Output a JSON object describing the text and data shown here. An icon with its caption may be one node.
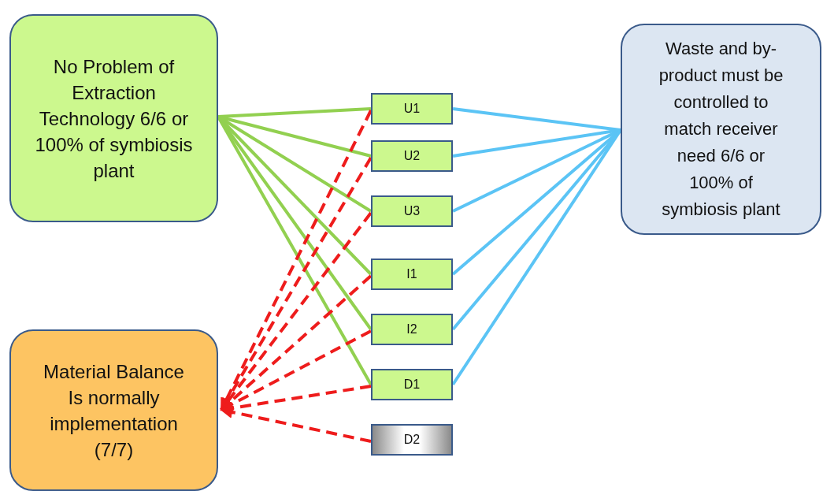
{
  "diagram": {
    "nodes": [
      {
        "text": [
          "No Problem of Extraction Technology 6/6 or 100% of symbiosis plant"
        ]
      },
      {
        "text": [
          "Waste and by- product must be  controlled to match receiver need 6/6 or 100% of symbiosis plant"
        ]
      },
      {
        "text": [
          "Material Balance Is normally implementation (7/7)"
        ]
      },
      {
        "text": [
          "U1"
        ]
      },
      {
        "text": [
          "U2"
        ]
      },
      {
        "text": [
          "U3"
        ]
      },
      {
        "text": [
          "I1"
        ]
      },
      {
        "text": [
          "I2"
        ]
      },
      {
        "text": [
          "D1"
        ]
      },
      {
        "text": [
          "D2"
        ]
      }
    ],
    "edges": [
      {
        "from": 0,
        "to": 3,
        "arrow": "none",
        "color": "#92d050"
      },
      {
        "from": 0,
        "to": 4,
        "arrow": "none",
        "color": "#92d050"
      },
      {
        "from": 0,
        "to": 5,
        "arrow": "none",
        "color": "#92d050"
      },
      {
        "from": 0,
        "to": 6,
        "arrow": "none",
        "color": "#92d050"
      },
      {
        "from": 0,
        "to": 7,
        "arrow": "none",
        "color": "#92d050"
      },
      {
        "from": 0,
        "to": 8,
        "arrow": "none",
        "color": "#92d050"
      },
      {
        "from": 3,
        "to": 1,
        "arrow": "none",
        "color": "#5bc4f5"
      },
      {
        "from": 4,
        "to": 1,
        "arrow": "none",
        "color": "#5bc4f5"
      },
      {
        "from": 5,
        "to": 1,
        "arrow": "none",
        "color": "#5bc4f5"
      },
      {
        "from": 6,
        "to": 1,
        "arrow": "none",
        "color": "#5bc4f5"
      },
      {
        "from": 7,
        "to": 1,
        "arrow": "none",
        "color": "#5bc4f5"
      },
      {
        "from": 8,
        "to": 1,
        "arrow": "none",
        "color": "#5bc4f5"
      },
      {
        "from": 3,
        "to": 2,
        "arrow": "to",
        "style": "dashed"
      },
      {
        "from": 4,
        "to": 2,
        "arrow": "to",
        "style": "dashed"
      },
      {
        "from": 5,
        "to": 2,
        "arrow": "to",
        "style": "dashed"
      },
      {
        "from": 6,
        "to": 2,
        "arrow": "to",
        "style": "dashed"
      },
      {
        "from": 7,
        "to": 2,
        "arrow": "to",
        "style": "dashed"
      },
      {
        "from": 8,
        "to": 2,
        "arrow": "to",
        "style": "dashed"
      },
      {
        "from": 9,
        "to": 2,
        "arrow": "to",
        "style": "dashed"
      }
    ]
  }
}
